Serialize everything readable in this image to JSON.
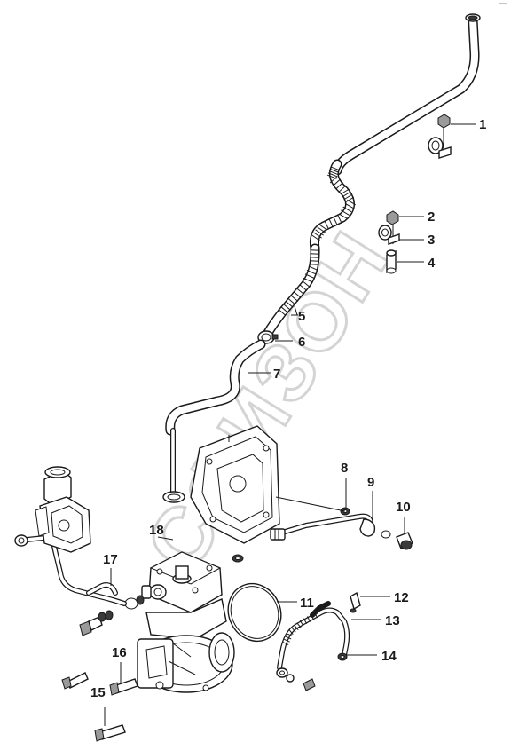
{
  "watermark": {
    "text": "СФИЗОН"
  },
  "callouts": [
    {
      "number": "1"
    },
    {
      "number": "2"
    },
    {
      "number": "3"
    },
    {
      "number": "4"
    },
    {
      "number": "5"
    },
    {
      "number": "6"
    },
    {
      "number": "7"
    },
    {
      "number": "8"
    },
    {
      "number": "9"
    },
    {
      "number": "10"
    },
    {
      "number": "11"
    },
    {
      "number": "12"
    },
    {
      "number": "13"
    },
    {
      "number": "14"
    },
    {
      "number": "15"
    },
    {
      "number": "16"
    },
    {
      "number": "17"
    },
    {
      "number": "18"
    }
  ]
}
